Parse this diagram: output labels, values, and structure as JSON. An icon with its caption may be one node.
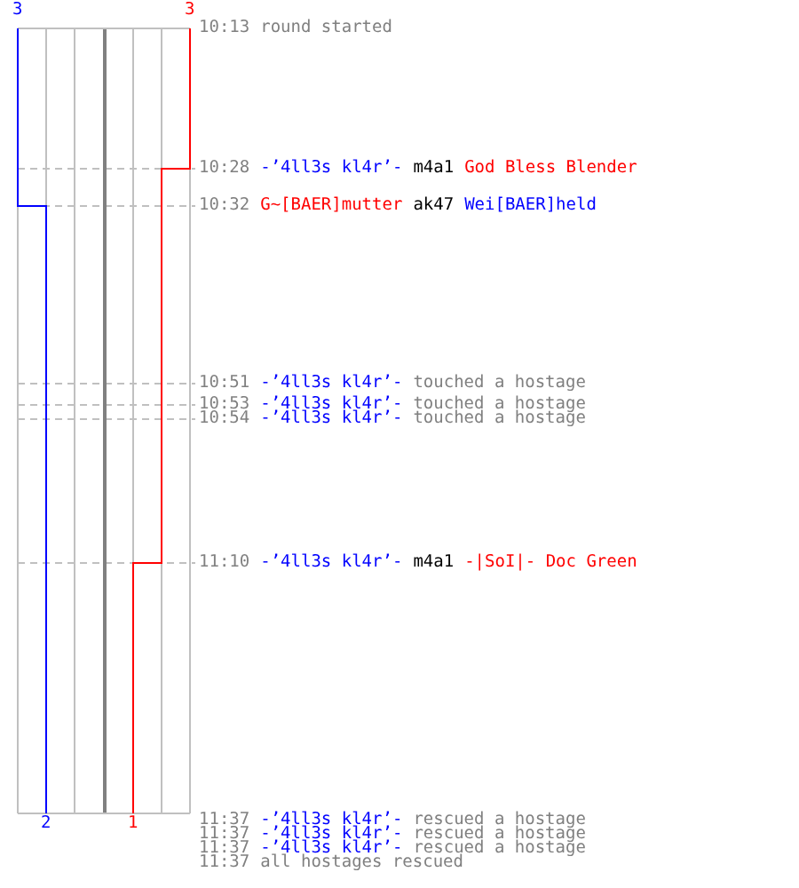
{
  "diagram": {
    "labels": [
      "3",
      "3",
      "10:13",
      "round started",
      "10:28",
      "-’4ll3s kl4r’-",
      "m4a1",
      "God Bless Blender",
      "10:32",
      "G~[BAER]mutter",
      "ak47",
      "Wei[BAER]held",
      "10:51",
      "-’4ll3s kl4r’-",
      "touched a hostage",
      "10:53",
      "-’4ll3s kl4r’-",
      "touched a hostage",
      "10:54",
      "-’4ll3s kl4r’-",
      "touched a hostage",
      "11:10",
      "-’4ll3s kl4r’-",
      "m4a1",
      "-|SoI|- Doc Green",
      "11:37",
      "-’4ll3s kl4r’-",
      "rescued a hostage",
      "11:37",
      "-’4ll3s kl4r’-",
      "rescued a hostage",
      "11:37",
      "-’4ll3s kl4r’-",
      "rescued a hostage",
      "11:37",
      "all hostages rescued",
      "2",
      "1"
    ]
  }
}
